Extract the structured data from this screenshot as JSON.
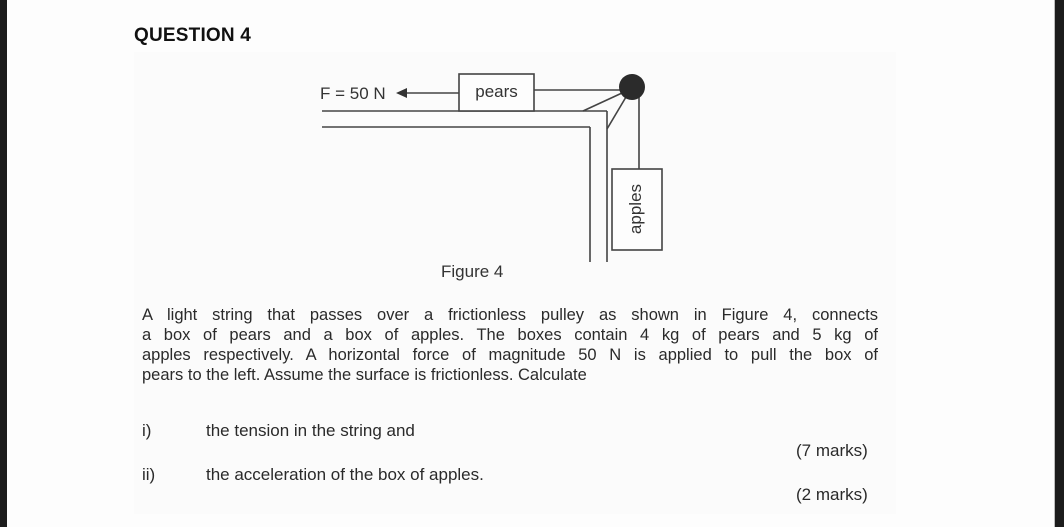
{
  "question": {
    "title": "QUESTION 4"
  },
  "figure": {
    "force_label": "F = 50 N",
    "box_top_label": "pears",
    "box_hanging_label": "apples",
    "caption": "Figure 4",
    "icons": {
      "pulley": "pulley-icon",
      "force_arrow": "arrow-left-icon"
    }
  },
  "body": {
    "lines": [
      "A light string that passes over a frictionless pulley as shown in Figure 4, connects",
      "a box of pears and a box of apples. The boxes contain 4 kg of pears and 5 kg of",
      "apples respectively. A horizontal force of magnitude 50 N is applied to pull the box of",
      "pears to the left. Assume the surface is frictionless. Calculate"
    ]
  },
  "parts": [
    {
      "number": "i)",
      "text": "the tension in the string and",
      "marks": "(7 marks)"
    },
    {
      "number": "ii)",
      "text": "the acceleration of the box of apples.",
      "marks": "(2 marks)"
    }
  ],
  "colors": {
    "ink": "#333333",
    "pulley": "#2b2b2b",
    "frame": "#1c1c1c"
  }
}
